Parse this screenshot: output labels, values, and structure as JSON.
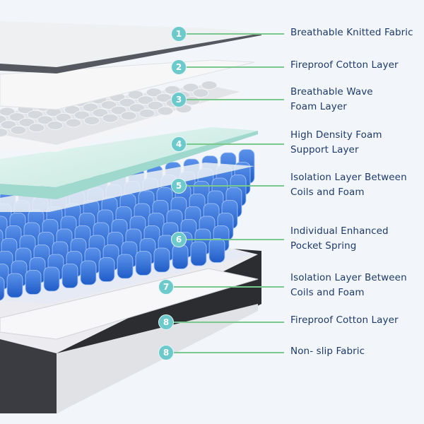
{
  "callouts": [
    {
      "number": "1",
      "lines": [
        "Breathable Knitted Fabric"
      ]
    },
    {
      "number": "2",
      "lines": [
        "Fireproof Cotton Layer"
      ]
    },
    {
      "number": "3",
      "lines": [
        "Breathable Wave",
        "Foam Layer"
      ]
    },
    {
      "number": "4",
      "lines": [
        "High Density Foam",
        "Support Layer"
      ]
    },
    {
      "number": "5",
      "lines": [
        "Isolation Layer Between",
        "Coils and Foam"
      ]
    },
    {
      "number": "6",
      "lines": [
        "Individual Enhanced",
        "Pocket Spring"
      ]
    },
    {
      "number": "7",
      "lines": [
        "Isolation Layer Between",
        "Coils and Foam"
      ]
    },
    {
      "number": "8",
      "lines": [
        "Fireproof Cotton Layer"
      ]
    },
    {
      "number": "8",
      "lines": [
        "Non- slip Fabric"
      ]
    }
  ],
  "colors": {
    "badge": "#6cc9cc",
    "leader": "#79c98e",
    "label": "#1d3a6c",
    "spring": "#2f6fd6"
  }
}
